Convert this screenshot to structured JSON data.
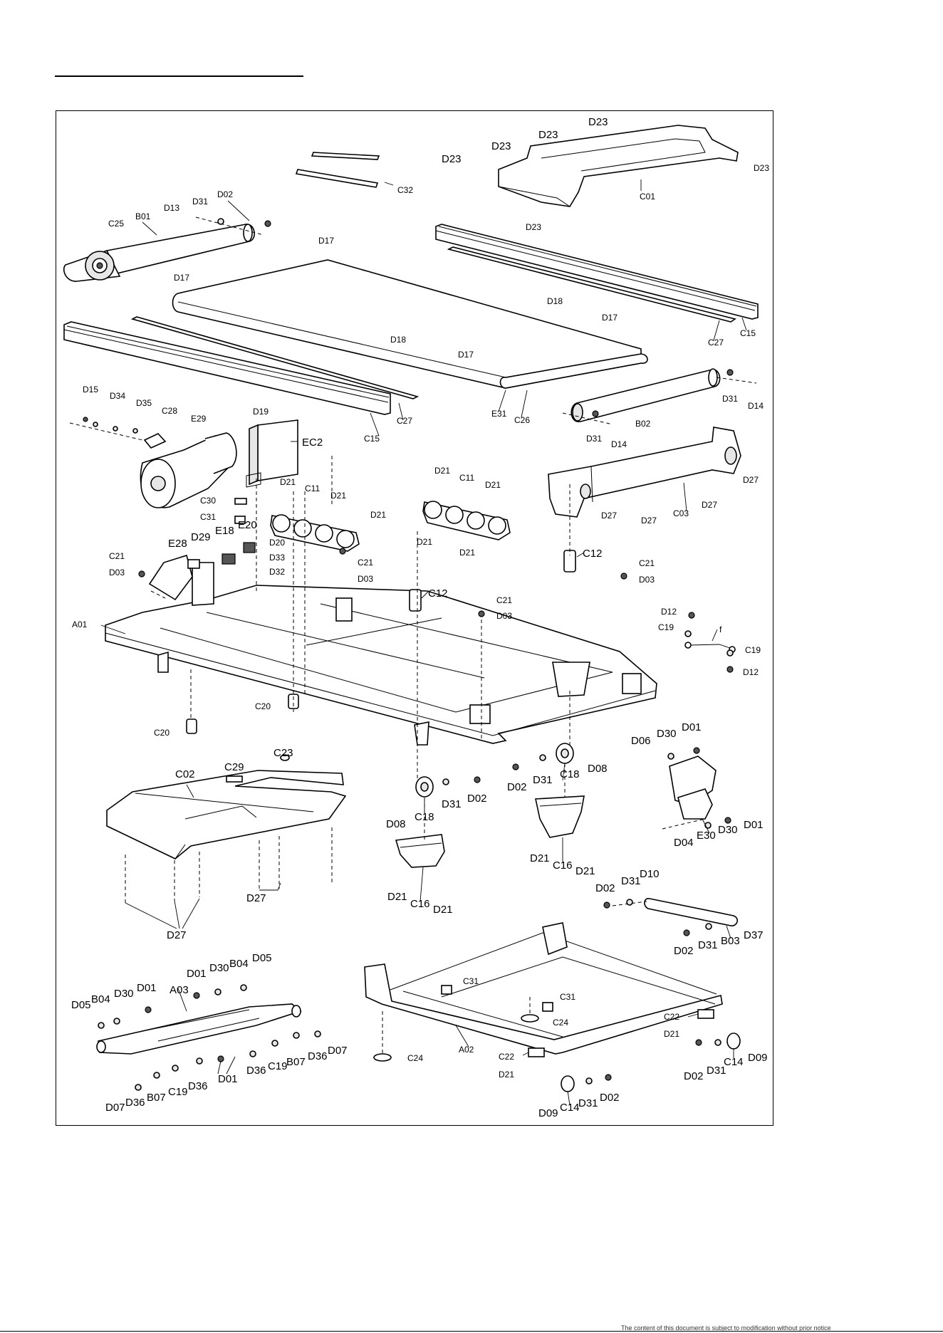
{
  "footer_text": "The content of this document is subject to modification without prior notice",
  "part_labels": {
    "A01": "A01",
    "A02": "A02",
    "A03": "A03",
    "B01": "B01",
    "B02": "B02",
    "B03": "B03",
    "B04": "B04",
    "B07": "B07",
    "C01": "C01",
    "C02": "C02",
    "C03": "C03",
    "C11": "C11",
    "C12": "C12",
    "C14": "C14",
    "C15": "C15",
    "C16": "C16",
    "C18": "C18",
    "C19": "C19",
    "C20": "C20",
    "C21": "C21",
    "C22": "C22",
    "C23": "C23",
    "C24": "C24",
    "C25": "C25",
    "C26": "C26",
    "C27": "C27",
    "C28": "C28",
    "C29": "C29",
    "C30": "C30",
    "C31": "C31",
    "C32": "C32",
    "D01": "D01",
    "D02": "D02",
    "D03": "D03",
    "D04": "D04",
    "D05": "D05",
    "D06": "D06",
    "D07": "D07",
    "D08": "D08",
    "D09": "D09",
    "D10": "D10",
    "D12": "D12",
    "D13": "D13",
    "D14": "D14",
    "D15": "D15",
    "D17": "D17",
    "D18": "D18",
    "D19": "D19",
    "D20": "D20",
    "D21": "D21",
    "D23": "D23",
    "D27": "D27",
    "D29": "D29",
    "D30": "D30",
    "D31": "D31",
    "D32": "D32",
    "D33": "D33",
    "D34": "D34",
    "D35": "D35",
    "D36": "D36",
    "D37": "D37",
    "E18": "E18",
    "E20": "E20",
    "E28": "E28",
    "E29": "E29",
    "E30": "E30",
    "E31": "E31",
    "EC2": "EC2",
    "f": "f"
  }
}
